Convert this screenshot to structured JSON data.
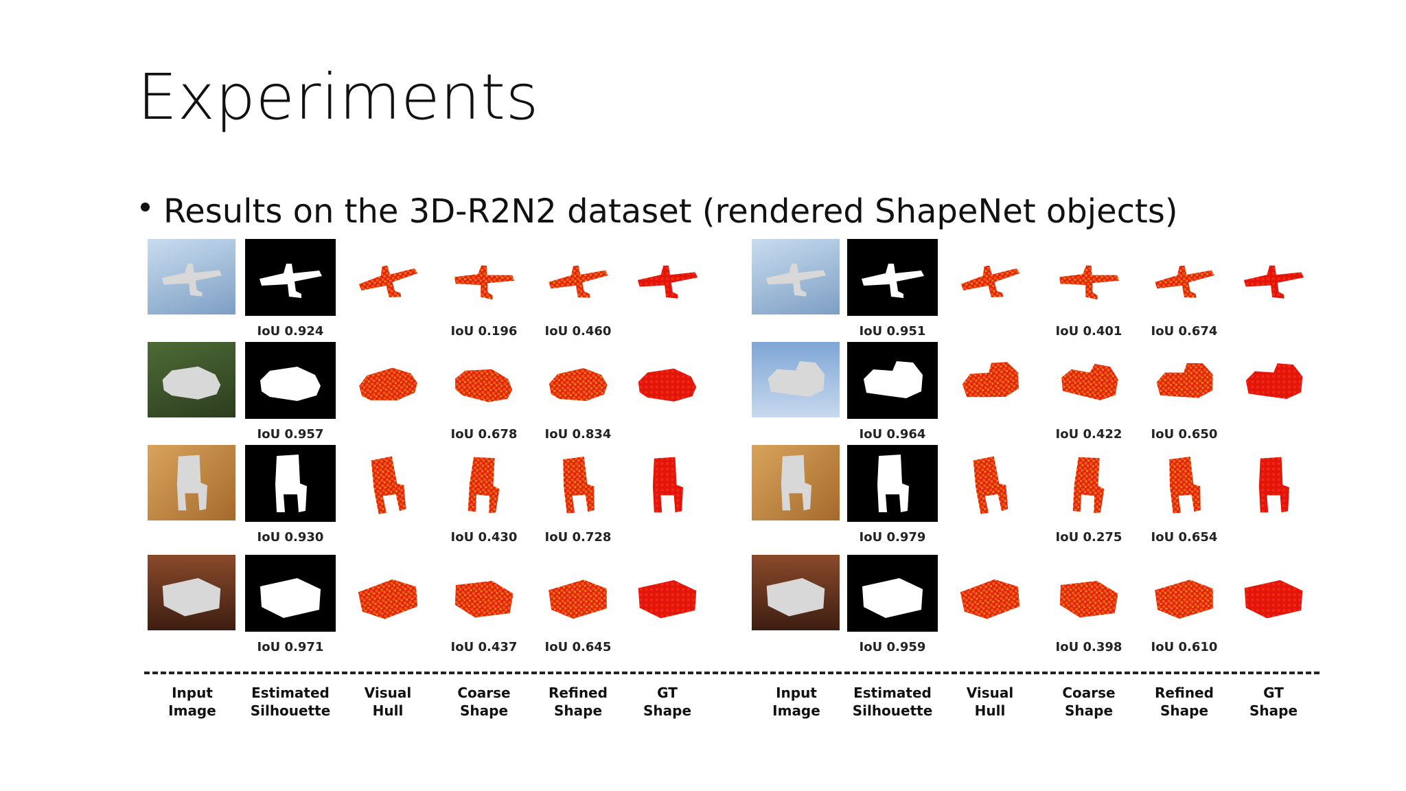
{
  "slide": {
    "title": "Experiments",
    "bullet": "Results on the 3D-R2N2 dataset (rendered ShapeNet objects)"
  },
  "figure": {
    "column_labels_left": [
      {
        "line1": "Input",
        "line2": "Image"
      },
      {
        "line1": "Estimated",
        "line2": "Silhouette"
      },
      {
        "line1": "Visual",
        "line2": "Hull"
      },
      {
        "line1": "Coarse",
        "line2": "Shape"
      },
      {
        "line1": "Refined",
        "line2": "Shape"
      },
      {
        "line1": "GT",
        "line2": "Shape"
      }
    ],
    "column_labels_right": [
      {
        "line1": "Input",
        "line2": "Image"
      },
      {
        "line1": "Estimated",
        "line2": "Silhouette"
      },
      {
        "line1": "Visual",
        "line2": "Hull"
      },
      {
        "line1": "Coarse",
        "line2": "Shape"
      },
      {
        "line1": "Refined",
        "line2": "Shape"
      },
      {
        "line1": "GT",
        "line2": "Shape"
      }
    ],
    "left_rows": [
      {
        "object": "airplane",
        "silhouette_iou": "IoU 0.924",
        "coarse_iou": "IoU 0.196",
        "refined_iou": "IoU 0.460"
      },
      {
        "object": "car",
        "silhouette_iou": "IoU 0.957",
        "coarse_iou": "IoU 0.678",
        "refined_iou": "IoU 0.834"
      },
      {
        "object": "chair",
        "silhouette_iou": "IoU 0.930",
        "coarse_iou": "IoU 0.430",
        "refined_iou": "IoU 0.728"
      },
      {
        "object": "sofa",
        "silhouette_iou": "IoU 0.971",
        "coarse_iou": "IoU 0.437",
        "refined_iou": "IoU 0.645"
      }
    ],
    "right_rows": [
      {
        "object": "airplane",
        "silhouette_iou": "IoU 0.951",
        "coarse_iou": "IoU 0.401",
        "refined_iou": "IoU 0.674"
      },
      {
        "object": "truck",
        "silhouette_iou": "IoU 0.964",
        "coarse_iou": "IoU 0.422",
        "refined_iou": "IoU 0.650"
      },
      {
        "object": "chair",
        "silhouette_iou": "IoU 0.979",
        "coarse_iou": "IoU 0.275",
        "refined_iou": "IoU 0.654"
      },
      {
        "object": "sofa",
        "silhouette_iou": "IoU 0.959",
        "coarse_iou": "IoU 0.398",
        "refined_iou": "IoU 0.610"
      }
    ],
    "colors": {
      "voxel_red": "#e0240f",
      "voxel_orange": "#f05a12",
      "voxel_yellow": "#f5b21a",
      "silhouette_bg": "#000000",
      "silhouette_fg": "#ffffff"
    }
  }
}
